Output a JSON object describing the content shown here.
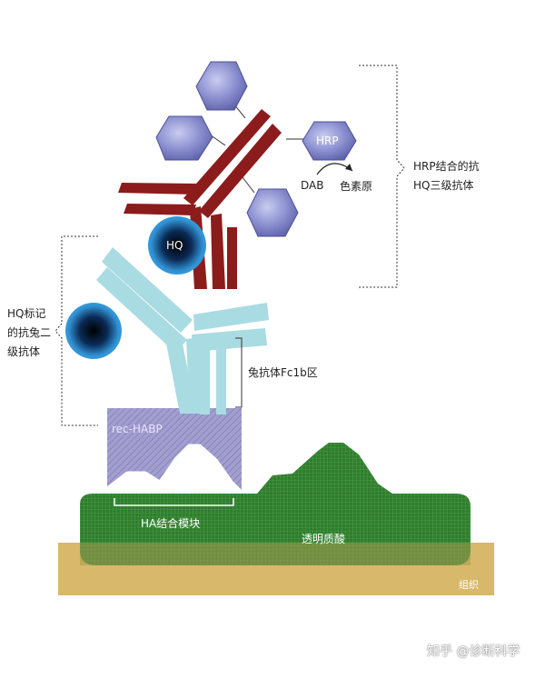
{
  "labels": {
    "hrp": "HRP",
    "dab": "DAB",
    "chromogen": "色素原",
    "hrp_antibody_line1": "HRP结合的抗",
    "hrp_antibody_line2": "HQ三级抗体",
    "hq": "HQ",
    "hq_antibody_line1": "HQ标记",
    "hq_antibody_line2": "的抗兔二",
    "hq_antibody_line3": "级抗体",
    "fc_region": "兔抗体Fc1b区",
    "rec_habp": "rec-HABP",
    "ha_module": "HA结合模块",
    "hyaluronic_acid": "透明质酸",
    "tissue": "组织"
  },
  "watermark": "知乎 @诊断科学",
  "colors": {
    "red_antibody": "#8c1c1c",
    "cyan_antibody": "#a9dbe2",
    "hrp_hexagon": "#6a70b4",
    "rec_habp": "#9d99cc",
    "hyaluronic_acid": "#2f7e2f",
    "tissue": "#d6b568"
  }
}
